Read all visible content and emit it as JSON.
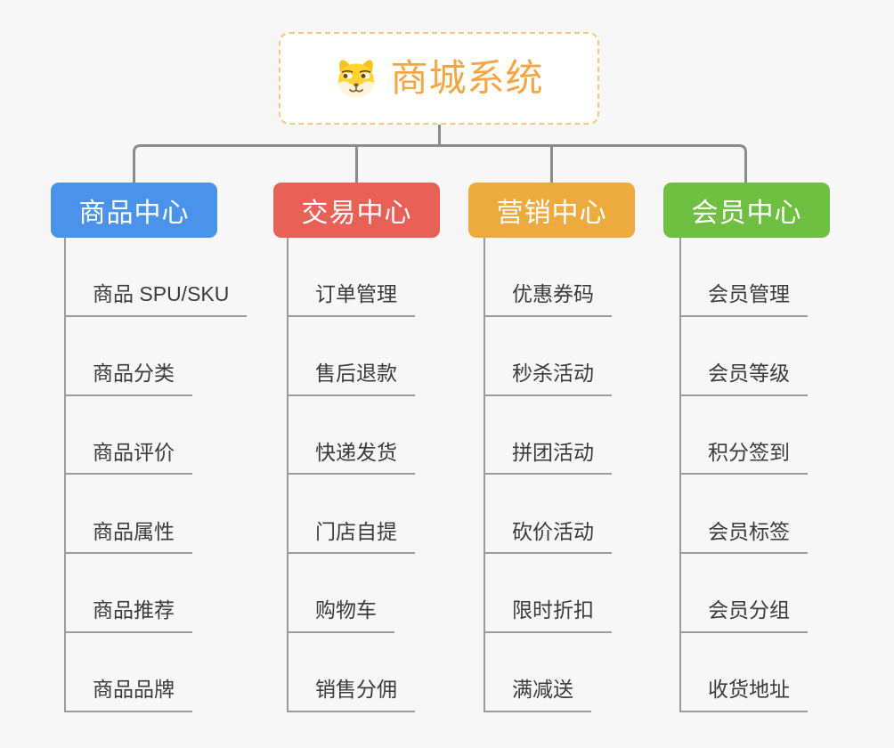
{
  "page": {
    "background": "#f7f7f7"
  },
  "palette": {
    "main-line": "#8c8c8c",
    "sub-line": "#9b9b9b",
    "item-text": "#3b3b3b",
    "root-title": "#f2a644",
    "root-border": "#f5c87d"
  },
  "root": {
    "title": "商城系统",
    "icon": "dog-face-icon"
  },
  "branches": [
    {
      "id": "product-center",
      "label": "商品中心",
      "color": "#4b93ea",
      "children": [
        "商品 SPU/SKU",
        "商品分类",
        "商品评价",
        "商品属性",
        "商品推荐",
        "商品品牌"
      ]
    },
    {
      "id": "trade-center",
      "label": "交易中心",
      "color": "#e96057",
      "children": [
        "订单管理",
        "售后退款",
        "快递发货",
        "门店自提",
        "购物车",
        "销售分佣"
      ]
    },
    {
      "id": "marketing-center",
      "label": "营销中心",
      "color": "#edab3f",
      "children": [
        "优惠券码",
        "秒杀活动",
        "拼团活动",
        "砍价活动",
        "限时折扣",
        "满减送"
      ]
    },
    {
      "id": "member-center",
      "label": "会员中心",
      "color": "#6fc042",
      "children": [
        "会员管理",
        "会员等级",
        "积分签到",
        "会员标签",
        "会员分组",
        "收货地址"
      ]
    }
  ]
}
